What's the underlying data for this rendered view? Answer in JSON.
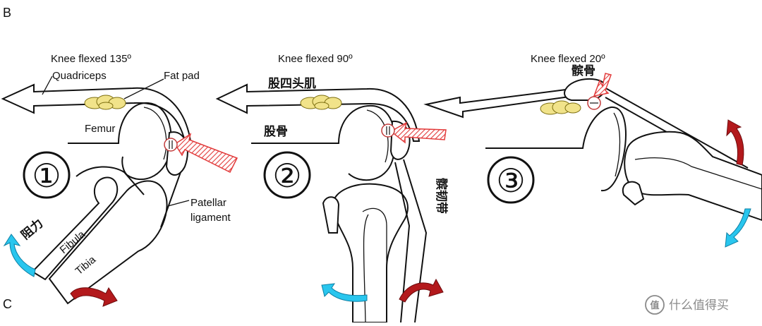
{
  "corner_labels": {
    "top": "B",
    "bottom": "C"
  },
  "panels": [
    {
      "number": "①",
      "title": "Knee flexed 135º",
      "labels": {
        "quadriceps": "Quadriceps",
        "fat_pad": "Fat pad",
        "femur": "Femur",
        "patellar_line1": "Patellar",
        "patellar_line2": "ligament",
        "fibula": "Fibula",
        "tibia": "Tibia",
        "resistance": "阻力"
      }
    },
    {
      "number": "②",
      "title": "Knee flexed 90º",
      "labels": {
        "quadriceps": "股四头肌",
        "femur": "股骨",
        "patellar_ligament": "髌韧带"
      }
    },
    {
      "number": "③",
      "title": "Knee flexed 20º",
      "labels": {
        "patella": "髌骨"
      }
    }
  ],
  "watermark": {
    "text": "什么值得买"
  },
  "colors": {
    "force_arrow": "#e23b3b",
    "rotation_arrow": "#b3191c",
    "resistance_arrow": "#29c6ee",
    "fat_pad": "#f1e38a",
    "outline": "#111111"
  }
}
